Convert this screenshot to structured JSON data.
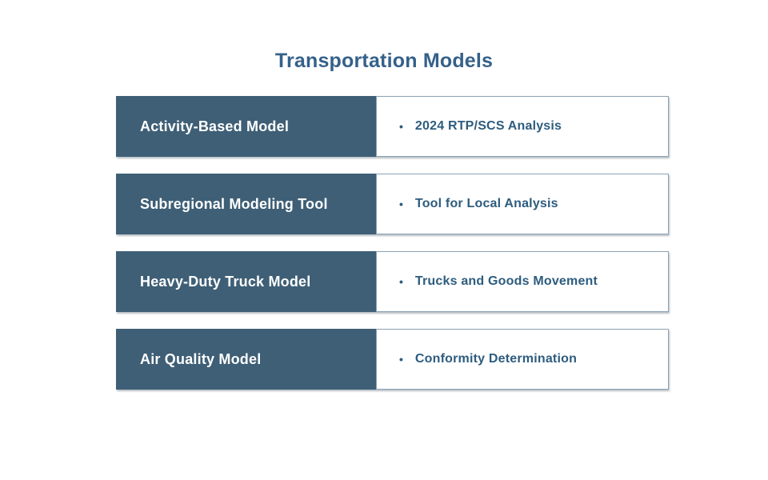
{
  "title": "Transportation Models",
  "bullet_char": "•",
  "colors": {
    "box_fill": "#3E5F76",
    "box_border": "#8CA2B4",
    "title_text": "#35618A",
    "bullet_text": "#2D5C7E",
    "label_text": "#FFFFFF",
    "page_bg": "#FFFFFF"
  },
  "rows": [
    {
      "label": "Activity-Based Model",
      "bullet": "2024 RTP/SCS Analysis"
    },
    {
      "label": "Subregional Modeling Tool",
      "bullet": "Tool for Local Analysis"
    },
    {
      "label": "Heavy-Duty Truck Model",
      "bullet": "Trucks and Goods Movement"
    },
    {
      "label": "Air Quality Model",
      "bullet": "Conformity Determination"
    }
  ]
}
